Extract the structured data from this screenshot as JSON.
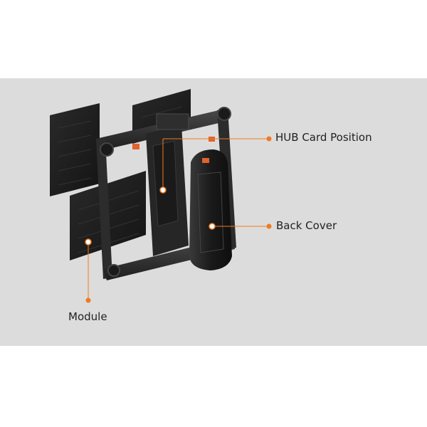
{
  "colors": {
    "stage_background": "#dcdcdc",
    "callout_accent": "#f07a22",
    "label_text": "#222222",
    "hardware_dark": "#1c1c1c"
  },
  "callouts": {
    "hub_card": {
      "label": "HUB Card Position",
      "icon": "callout-dot-icon"
    },
    "back_cover": {
      "label": "Back Cover",
      "icon": "callout-dot-icon"
    },
    "module": {
      "label": "Module",
      "icon": "callout-dot-icon"
    }
  }
}
